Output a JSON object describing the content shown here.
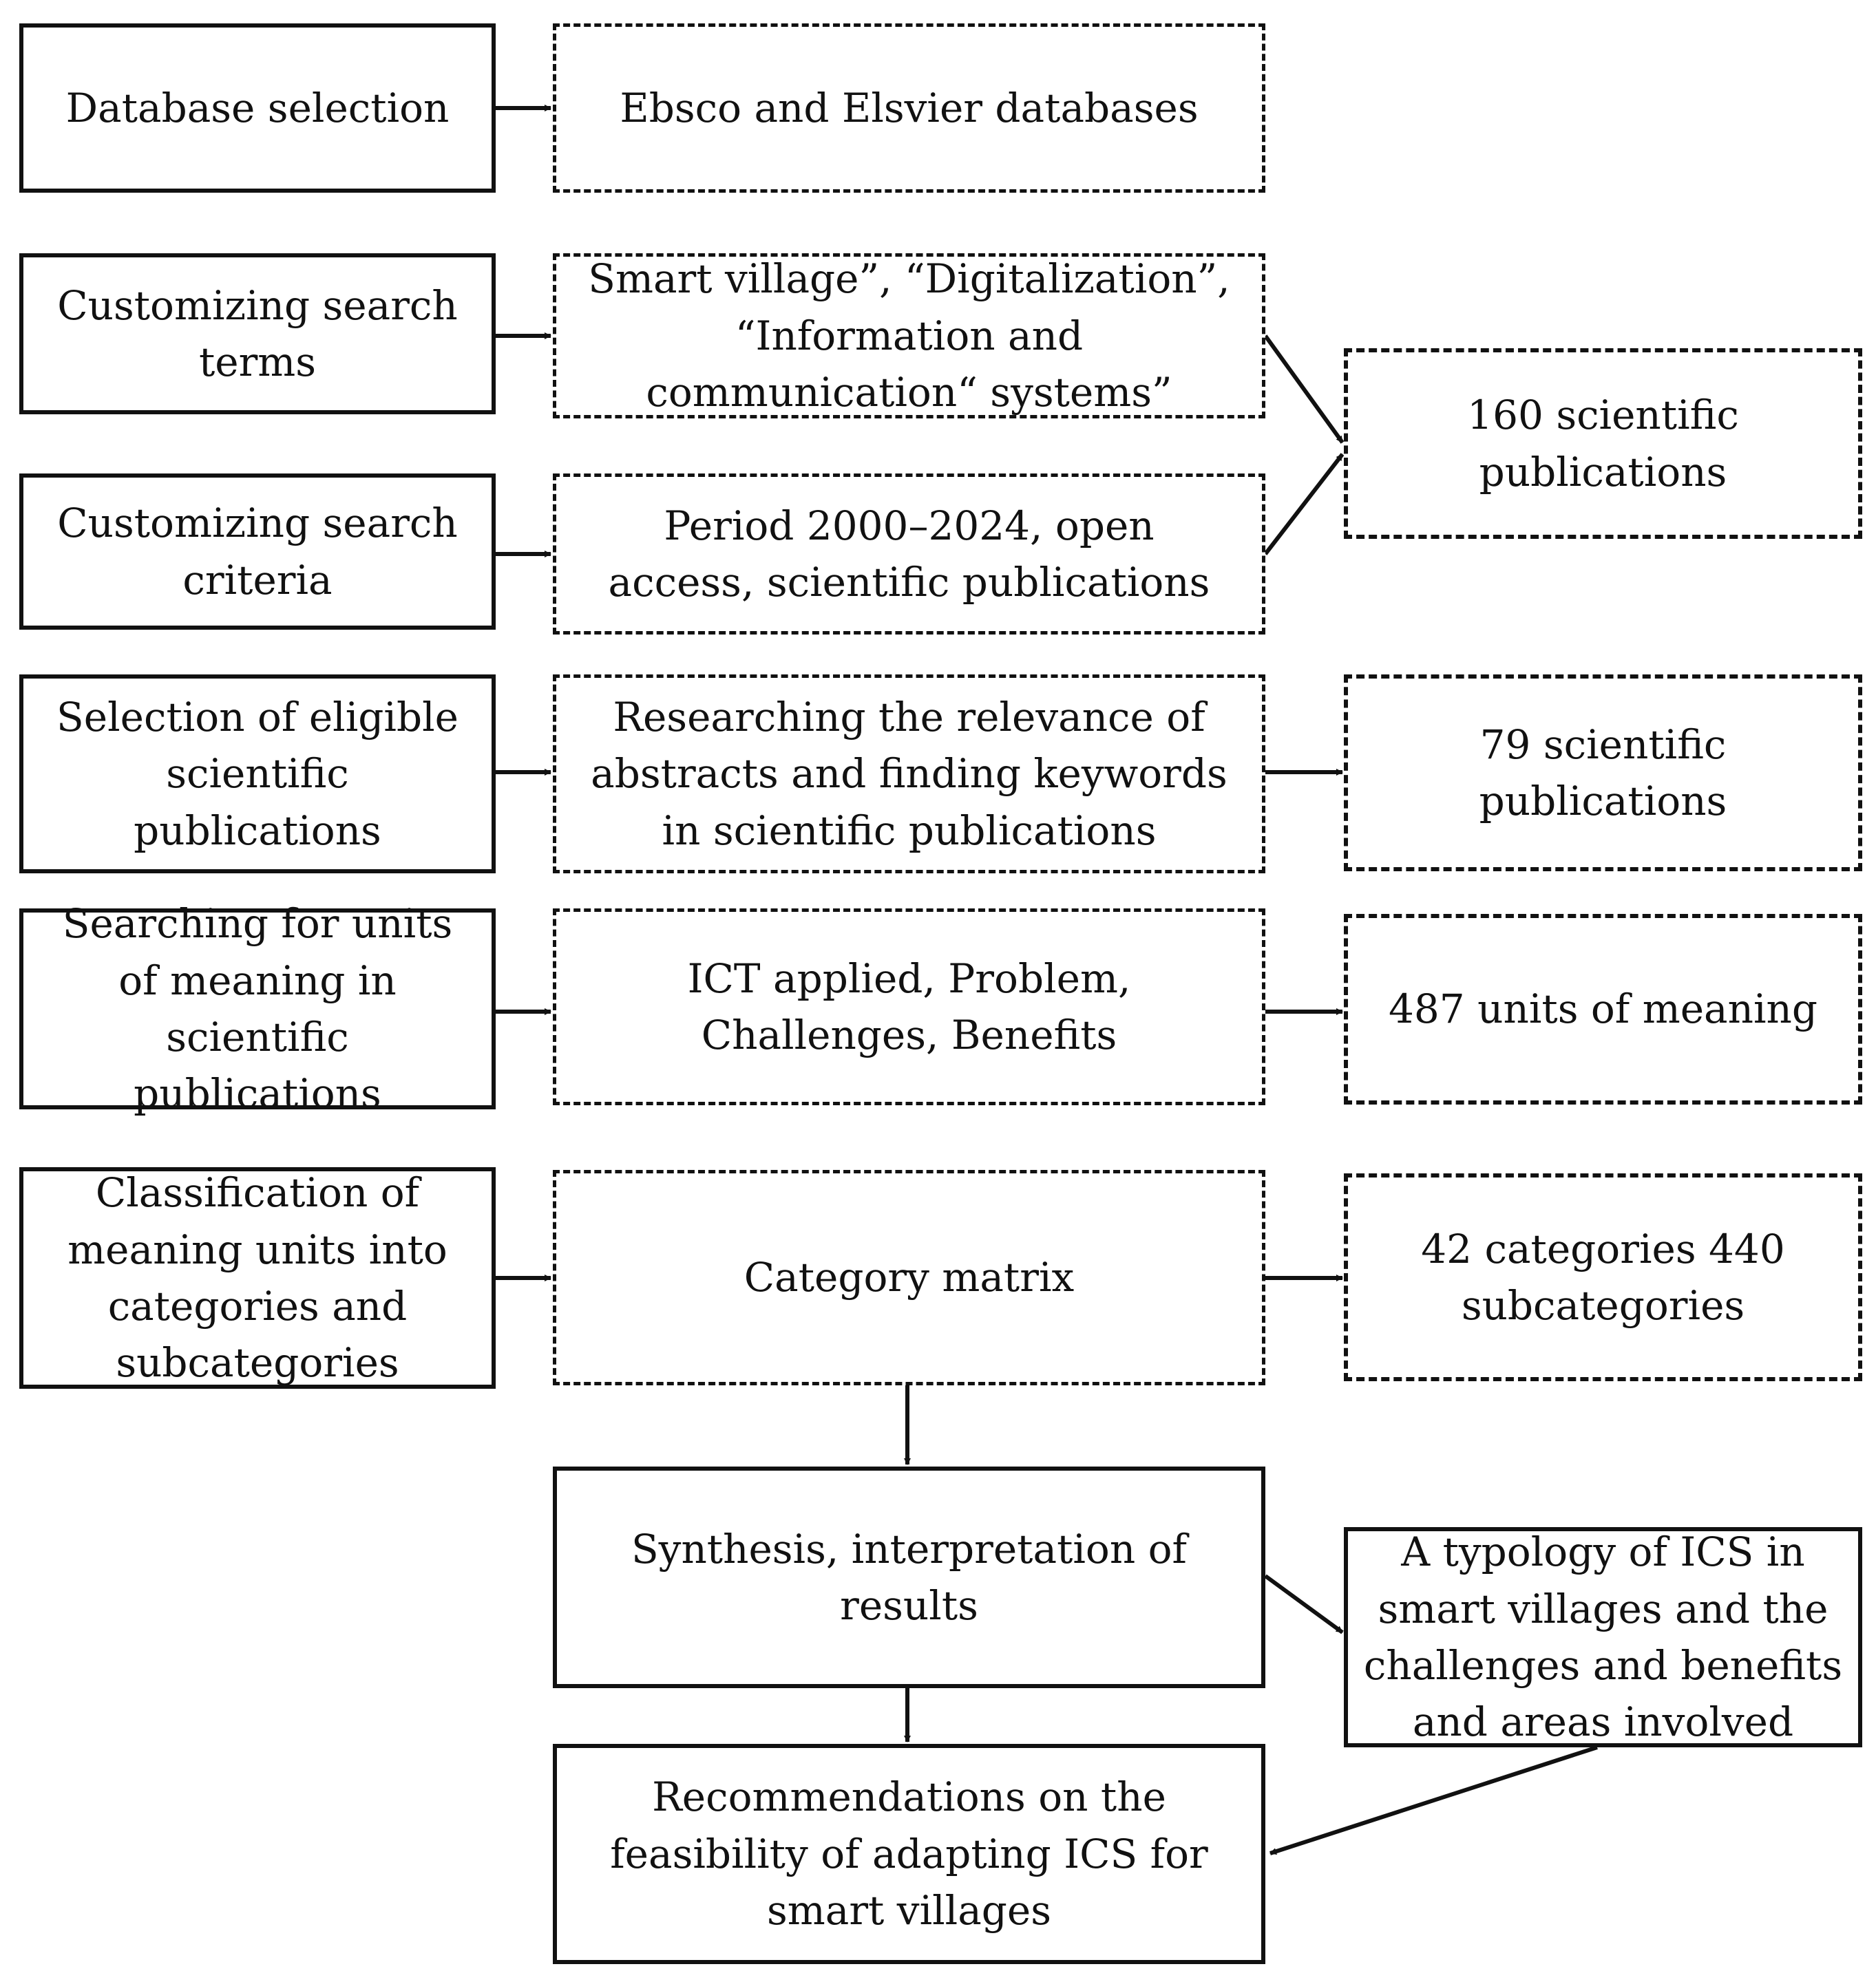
{
  "diagram": {
    "steps": {
      "database_selection": "Database selection",
      "customizing_terms": "Customizing search terms",
      "customizing_criteria": "Customizing search criteria",
      "selection_eligible": "Selection of eligible scientific publications",
      "searching_units": "Searching for units of meaning in scientific publications",
      "classification": "Classification of meaning units into categories and subcategories"
    },
    "details": {
      "databases": "Ebsco and Elsvier databases",
      "search_terms": "Smart village”, “Digitalization”, “Information and communication“ systems”",
      "search_criteria": "Period 2000–2024, open access, scientific publications",
      "relevance": "Researching the relevance of abstracts and finding keywords in scientific publications",
      "meaning_units": "ICT applied, Problem, Challenges, Benefits",
      "category_matrix": "Category matrix"
    },
    "results": {
      "publications_160": "160 scientific publications",
      "publications_79": "79 scientific publications",
      "units_487": "487 units of meaning",
      "categories": "42 categories 440 subcategories",
      "typology": "A typology of ICS in smart villages and the challenges and benefits and areas involved"
    },
    "synthesis": "Synthesis, interpretation of results",
    "recommendations": "Recommendations on the feasibility of adapting ICS for smart villages"
  }
}
